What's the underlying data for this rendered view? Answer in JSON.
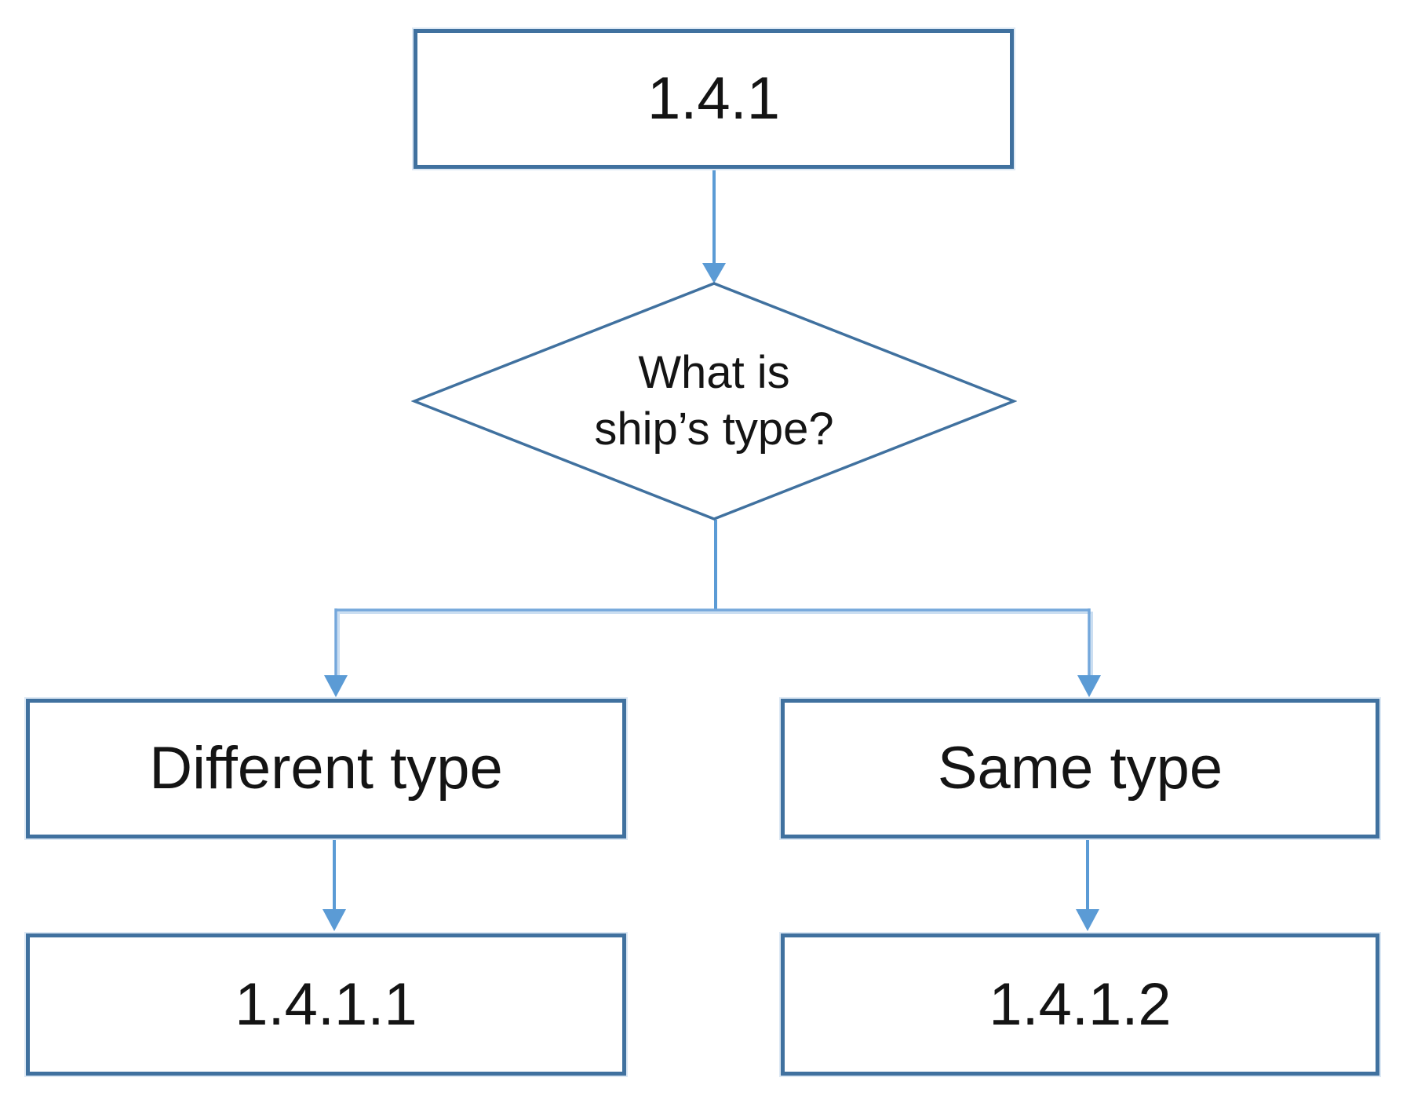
{
  "flowchart": {
    "root": {
      "label": "1.4.1"
    },
    "decision": {
      "line1": "What is",
      "line2": "ship’s type?"
    },
    "branches": [
      {
        "condition": "Different type",
        "result": "1.4.1.1"
      },
      {
        "condition": "Same type",
        "result": "1.4.1.2"
      }
    ],
    "colors": {
      "shape_border": "#40719F",
      "shape_halo": "#DCE8F4",
      "connector": "#5B9BD5",
      "connector_branch": "#74A7DB",
      "connector_halo": "#CBDEF1",
      "text": "#141414",
      "background": "#FFFFFF"
    }
  }
}
